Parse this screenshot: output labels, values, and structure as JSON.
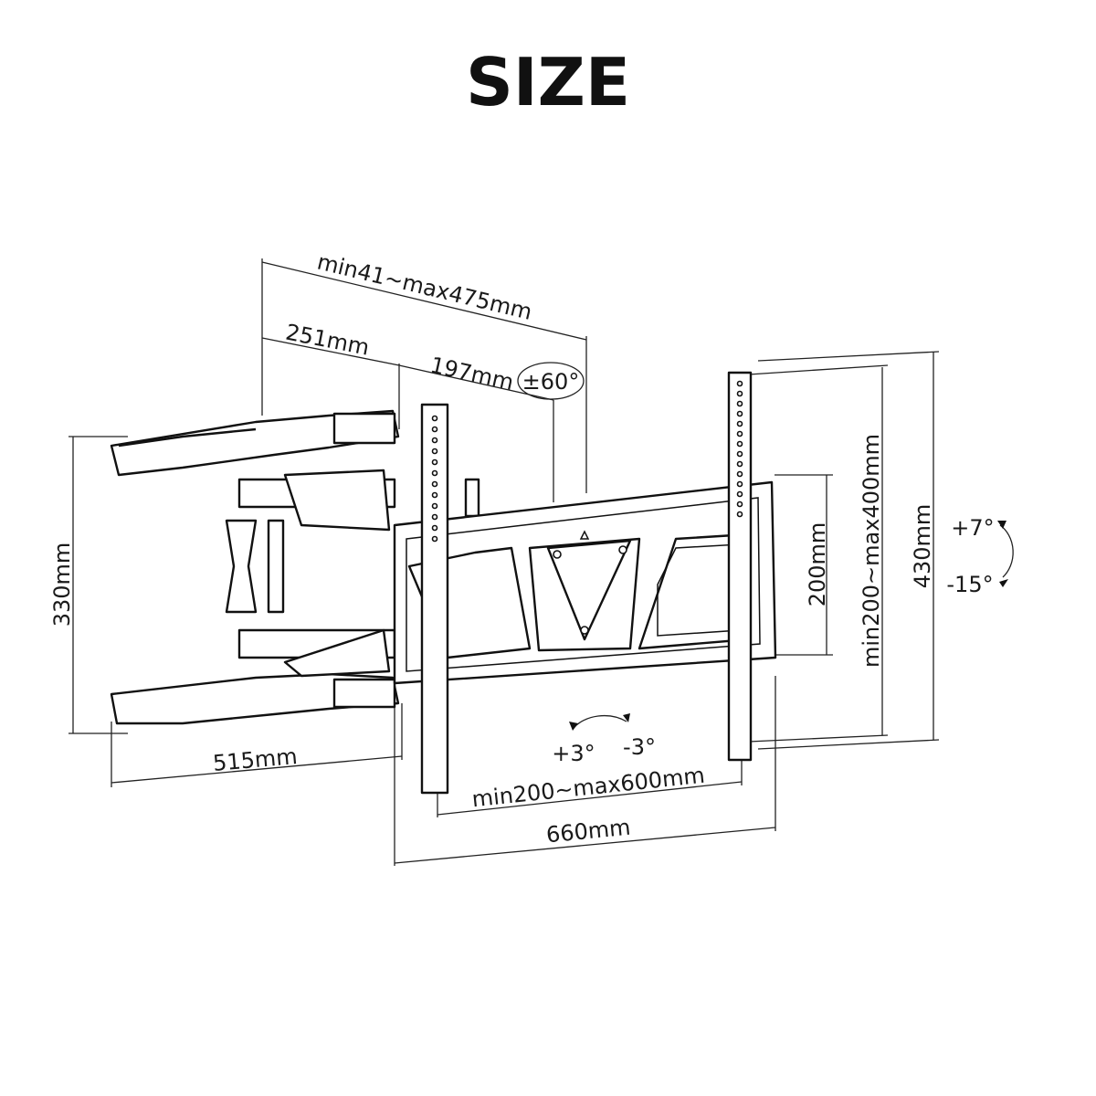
{
  "title": "SIZE",
  "dimensions": {
    "arm_extension": "min41~max475mm",
    "arm_segment_1": "251mm",
    "arm_segment_2": "197mm",
    "swivel": "±60°",
    "wall_plate_height": "330mm",
    "arm_depth": "515mm",
    "vesa_horizontal": "min200~max600mm",
    "overall_width": "660mm",
    "rail_height": "200mm",
    "vesa_vertical": "min200~max400mm",
    "overall_height": "430mm",
    "tilt_up": "+7°",
    "tilt_down": "-15°",
    "rotate_plus": "+3°",
    "rotate_minus": "-3°"
  },
  "colors": {
    "line": "#111111",
    "background": "#ffffff"
  }
}
